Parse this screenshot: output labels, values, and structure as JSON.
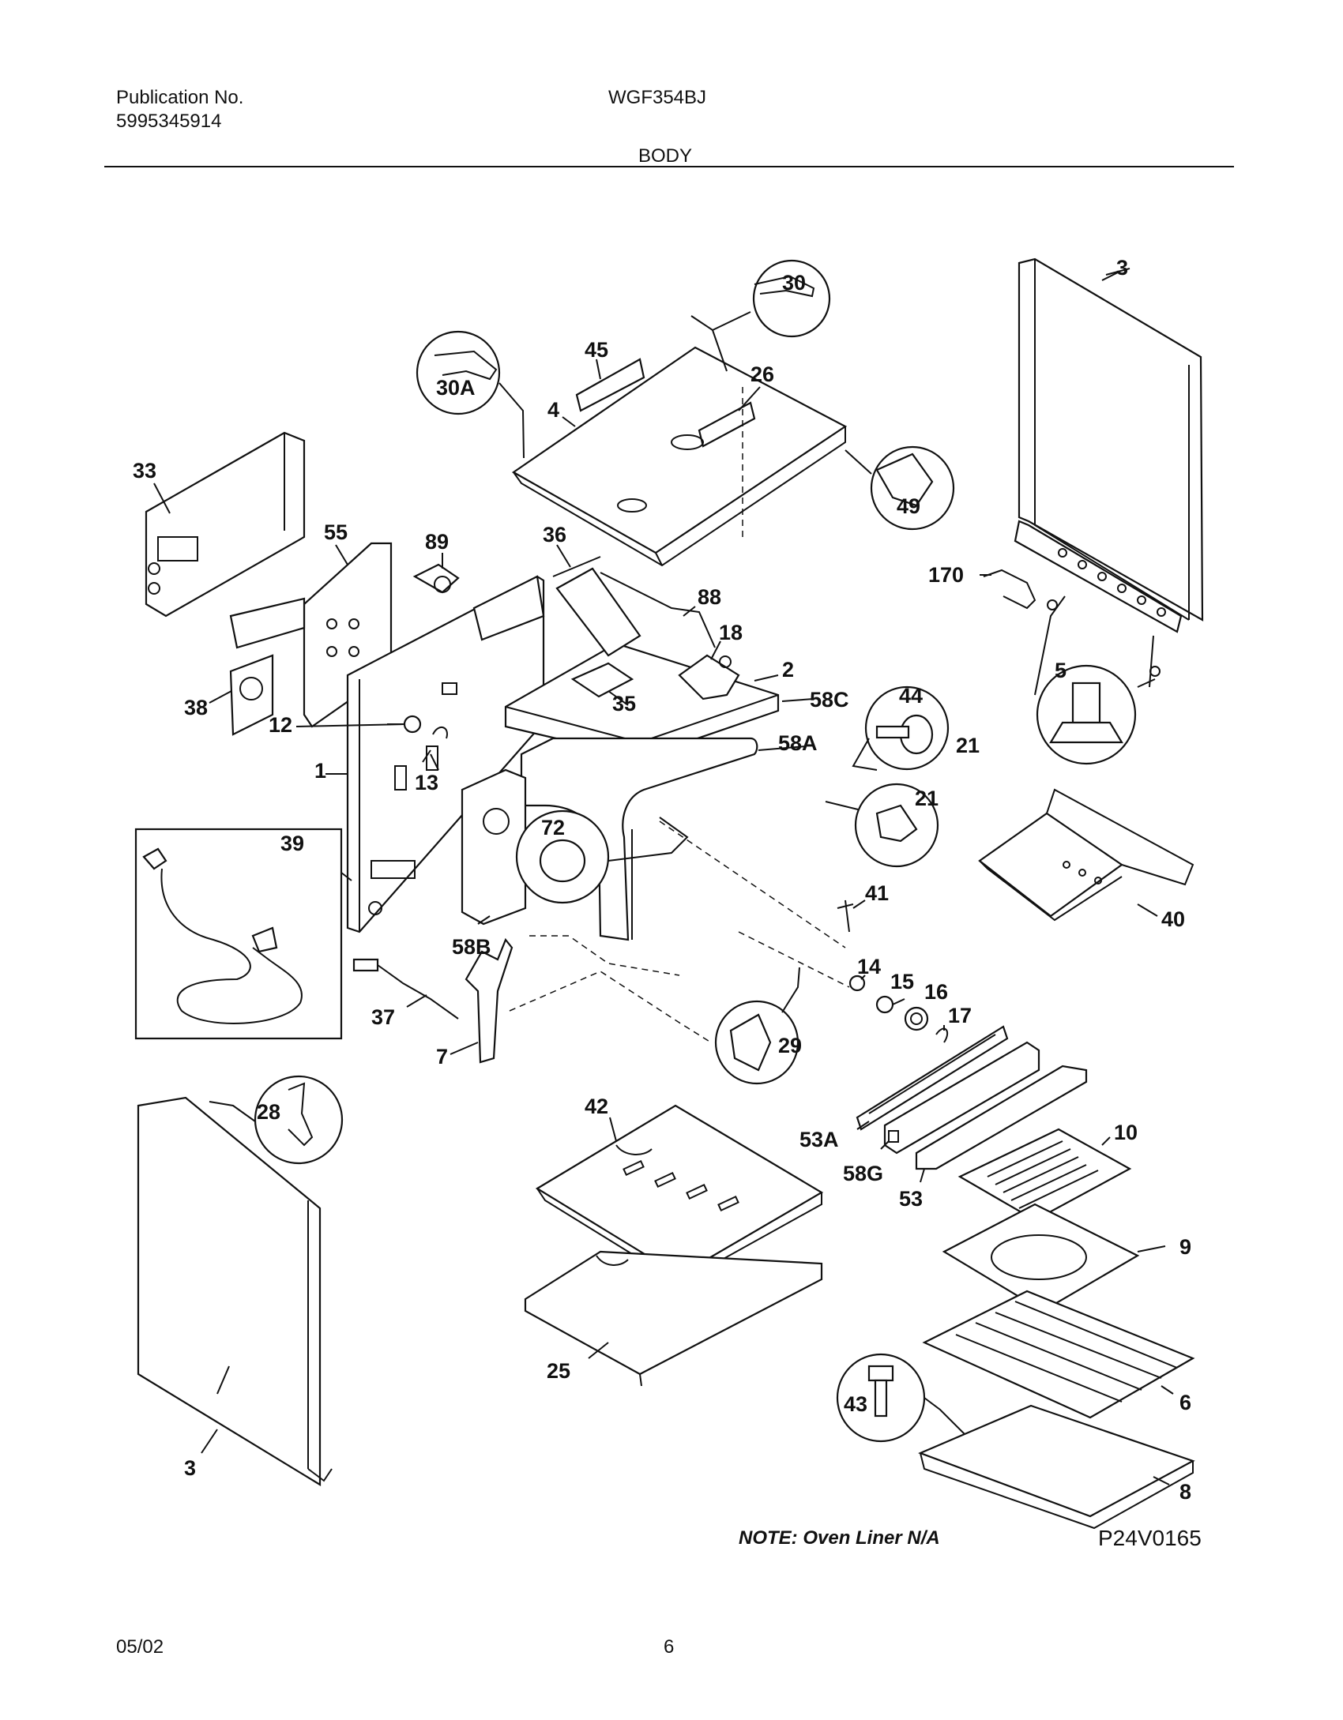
{
  "header": {
    "publication_label": "Publication No.",
    "publication_number": "5995345914",
    "model": "WGF354BJ",
    "section": "BODY"
  },
  "footer": {
    "date": "05/02",
    "page": "6"
  },
  "diagram": {
    "note": "NOTE: Oven Liner N/A",
    "code": "P24V0165",
    "labels": {
      "p3a": "3",
      "p30": "30",
      "p30a": "30A",
      "p45": "45",
      "p26": "26",
      "p4": "4",
      "p49": "49",
      "p33": "33",
      "p55": "55",
      "p89": "89",
      "p36": "36",
      "p88": "88",
      "p18": "18",
      "p2": "2",
      "p58c": "58C",
      "p35": "35",
      "p170": "170",
      "p5": "5",
      "p44": "44",
      "p21a": "21",
      "p21b": "21",
      "p38": "38",
      "p12": "12",
      "p1": "1",
      "p13": "13",
      "p58a": "58A",
      "p39": "39",
      "p72": "72",
      "p58b": "58B",
      "p40": "40",
      "p41": "41",
      "p14": "14",
      "p15": "15",
      "p16": "16",
      "p17": "17",
      "p37": "37",
      "p7": "7",
      "p29": "29",
      "p28": "28",
      "p42": "42",
      "p53a": "53A",
      "p10": "10",
      "p58g": "58G",
      "p53": "53",
      "p9": "9",
      "p25": "25",
      "p6": "6",
      "p43": "43",
      "p3b": "3",
      "p8": "8"
    }
  }
}
